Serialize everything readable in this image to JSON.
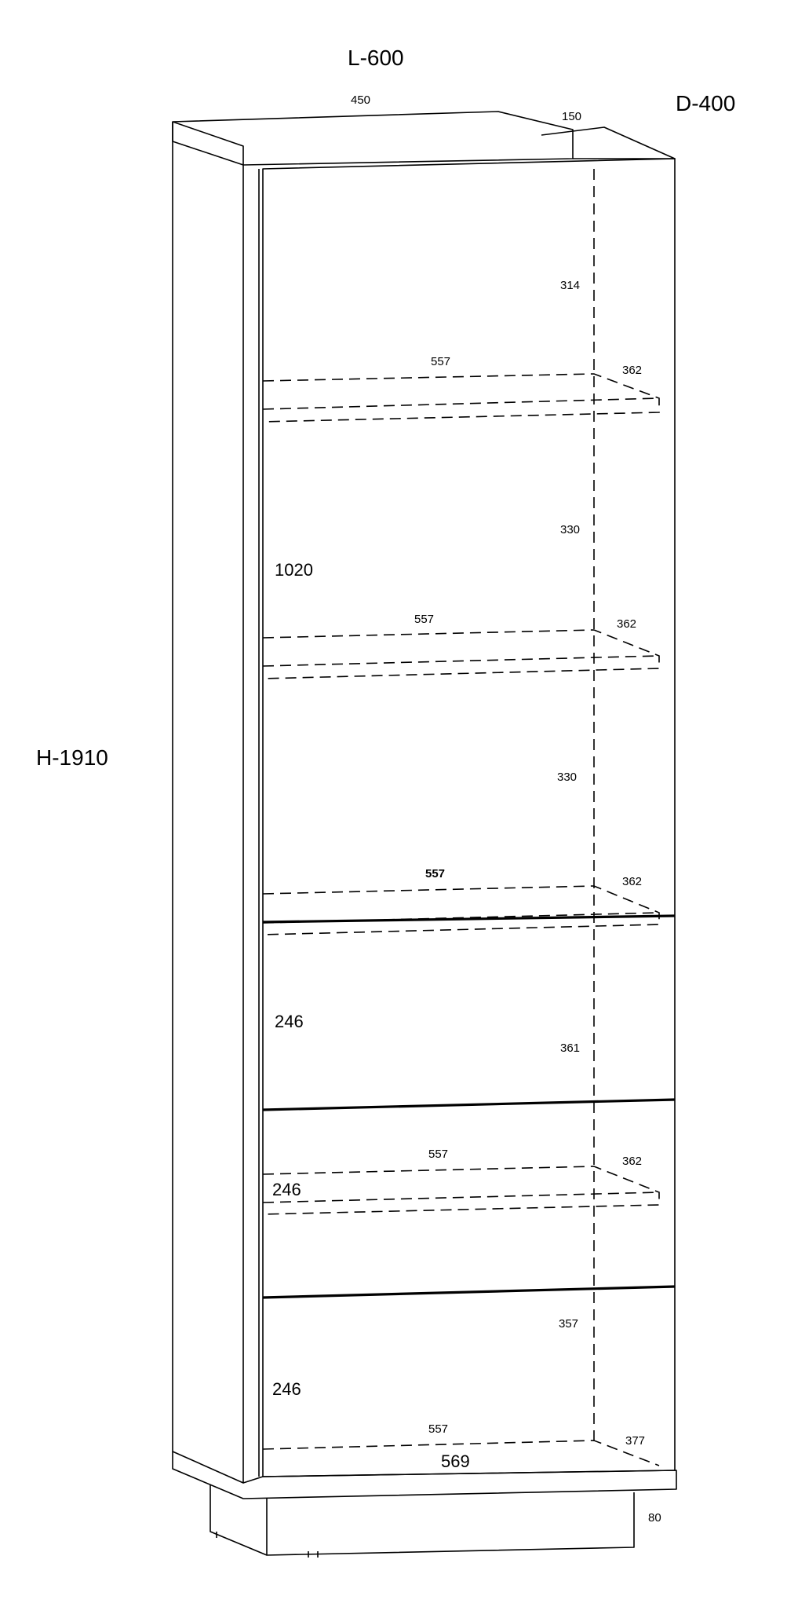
{
  "overall": {
    "length_label": "L-600",
    "depth_label": "D-400",
    "height_label": "H-1910"
  },
  "top": {
    "top_width": "450",
    "step_width": "150"
  },
  "compartments": {
    "c1_height": "314",
    "c2_height": "330",
    "c3_height": "330",
    "c4_height": "361",
    "c5_height": "357"
  },
  "shelves": [
    {
      "width": "557",
      "depth": "362"
    },
    {
      "width": "557",
      "depth": "362"
    },
    {
      "width": "557",
      "depth": "362"
    },
    {
      "width": "557",
      "depth": "362"
    },
    {
      "width": "557",
      "depth": "377"
    }
  ],
  "fronts": {
    "upper_door_height": "1020",
    "drawer_1_height": "246",
    "drawer_2_height": "246",
    "drawer_3_height": "246"
  },
  "base": {
    "inner_width": "569",
    "plinth_height": "80"
  }
}
